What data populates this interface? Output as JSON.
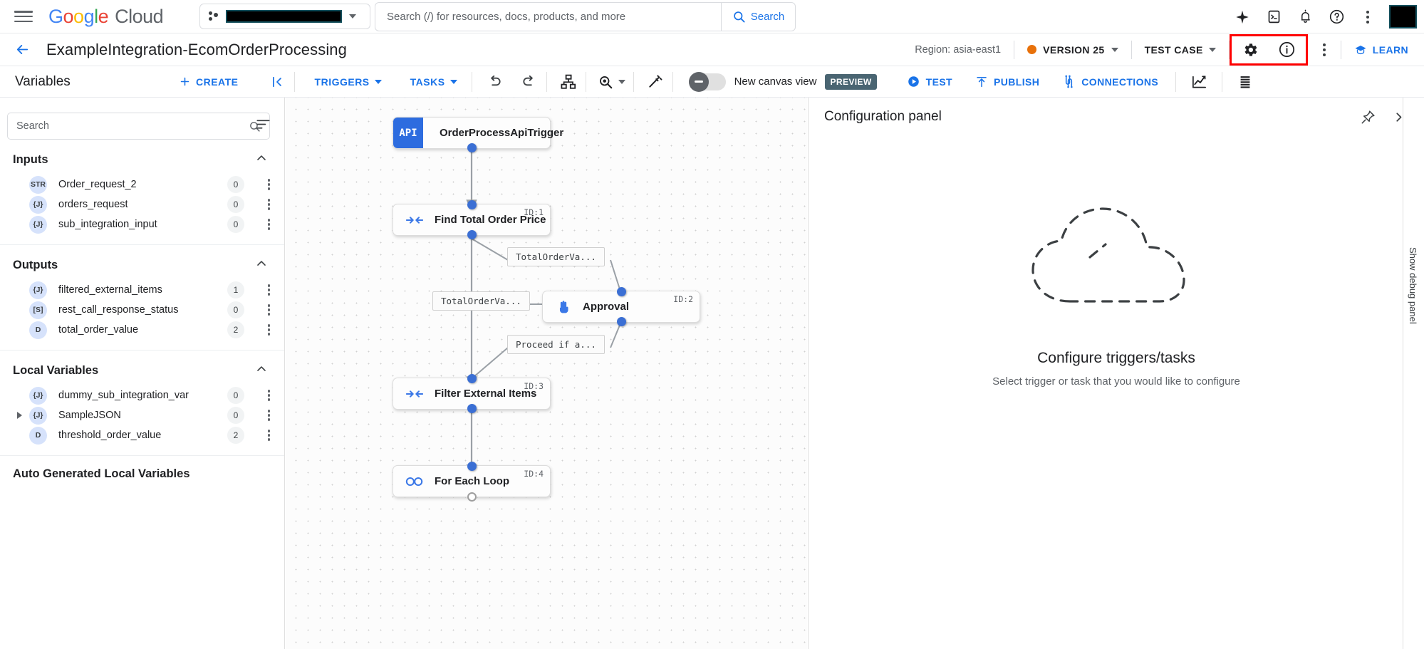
{
  "topbar": {
    "logo": {
      "brand": "Google",
      "product": "Cloud"
    },
    "project_picker": {
      "value": "",
      "redacted": true
    },
    "search": {
      "placeholder": "Search (/) for resources, docs, products, and more",
      "value": "",
      "button_label": "Search"
    },
    "icons": [
      "gemini-sparkle-icon",
      "cloud-shell-icon",
      "notifications-bell-icon",
      "help-icon",
      "more-options-kebab-icon",
      "avatar"
    ]
  },
  "secondbar": {
    "back_label": "back-arrow",
    "title": "ExampleIntegration-EcomOrderProcessing",
    "region": "Region: asia-east1",
    "version": {
      "label": "VERSION 25",
      "dot_color": "#e8710a"
    },
    "test_case": "TEST CASE",
    "highlighted_icons": [
      "settings-gear-icon",
      "info-circle-icon"
    ],
    "learn": "LEARN"
  },
  "thirdbar": {
    "variables_title": "Variables",
    "create_label": "CREATE",
    "collapse_label": "collapse-panel",
    "triggers": "TRIGGERS",
    "tasks": "TASKS",
    "undo": "undo-icon",
    "redo": "redo-icon",
    "layout": "auto-layout-icon",
    "zoom": "zoom-icon",
    "magic": "magic-wand-icon",
    "canvas_toggle": {
      "label": "New canvas view",
      "chip": "PREVIEW",
      "enabled": false
    },
    "test": "TEST",
    "publish": "PUBLISH",
    "connections": "CONNECTIONS",
    "analytics": "analytics-icon",
    "logs": "logs-icon"
  },
  "sidebar": {
    "search": {
      "placeholder": "Search",
      "value": ""
    },
    "filter_icon": "sort-filter-icon",
    "groups": [
      {
        "title": "Inputs",
        "items": [
          {
            "type": "STR",
            "name": "Order_request_2",
            "count": "0",
            "expandable": false
          },
          {
            "type": "{J}",
            "name": "orders_request",
            "count": "0",
            "expandable": false
          },
          {
            "type": "{J}",
            "name": "sub_integration_input",
            "count": "0",
            "expandable": false
          }
        ]
      },
      {
        "title": "Outputs",
        "items": [
          {
            "type": "{J}",
            "name": "filtered_external_items",
            "count": "1",
            "expandable": false
          },
          {
            "type": "[S]",
            "name": "rest_call_response_status",
            "count": "0",
            "expandable": false
          },
          {
            "type": "D",
            "name": "total_order_value",
            "count": "2",
            "expandable": false
          }
        ]
      },
      {
        "title": "Local Variables",
        "items": [
          {
            "type": "{J}",
            "name": "dummy_sub_integration_var",
            "count": "0",
            "expandable": false
          },
          {
            "type": "{J}",
            "name": "SampleJSON",
            "count": "0",
            "expandable": true
          },
          {
            "type": "D",
            "name": "threshold_order_value",
            "count": "2",
            "expandable": false
          }
        ]
      },
      {
        "title": "Auto Generated Local Variables",
        "items": []
      }
    ]
  },
  "canvas": {
    "nodes": [
      {
        "id": "",
        "label": "OrderProcessApiTrigger",
        "kind": "api-trigger",
        "icon": "API"
      },
      {
        "id": "ID:1",
        "label": "Find Total Order Price",
        "kind": "task",
        "icon": "mapping-icon"
      },
      {
        "id": "ID:2",
        "label": "Approval",
        "kind": "task",
        "icon": "approval-hand-icon"
      },
      {
        "id": "ID:3",
        "label": "Filter External Items",
        "kind": "task",
        "icon": "mapping-icon"
      },
      {
        "id": "ID:4",
        "label": "For Each Loop",
        "kind": "task",
        "icon": "loop-icon"
      }
    ],
    "edge_labels": [
      "TotalOrderVa...",
      "TotalOrderVa...",
      "Proceed if a..."
    ]
  },
  "rightpanel": {
    "title": "Configuration panel",
    "pin_icon": "pin-icon",
    "expand_icon": "expand-panel-icon",
    "empty_icon": "dashed-cloud-icon",
    "caption": "Configure triggers/tasks",
    "subtext": "Select trigger or task that you would like to configure",
    "debug_rail": "Show debug panel"
  },
  "colors": {
    "accent": "#1a73e8",
    "version_dot": "#e8710a",
    "highlight_box": "#ff0000",
    "node_api": "#2d6cdf"
  }
}
